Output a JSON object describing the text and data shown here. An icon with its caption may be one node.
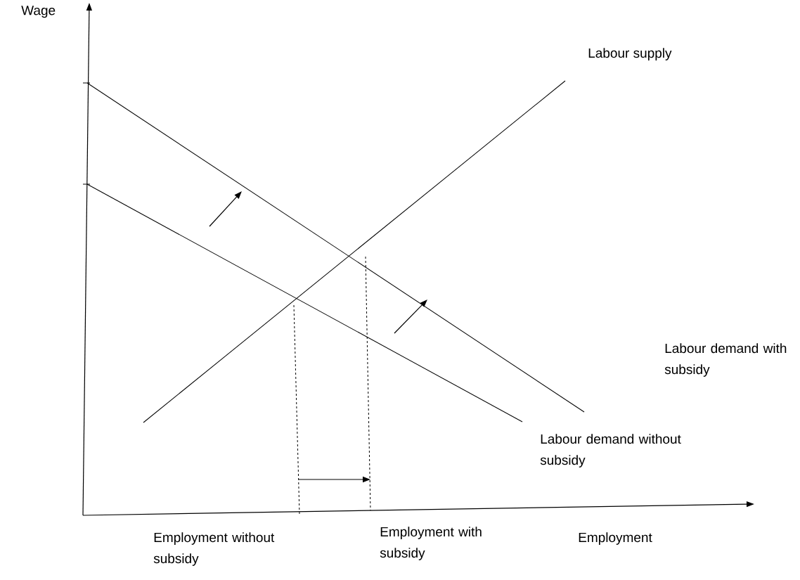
{
  "diagram": {
    "labels": [
      "Wage",
      "Labour supply",
      "Labour demand with subsidy",
      "Labour demand without subsidy",
      "Employment without subsidy",
      "Employment with subsidy",
      "Employment"
    ]
  }
}
